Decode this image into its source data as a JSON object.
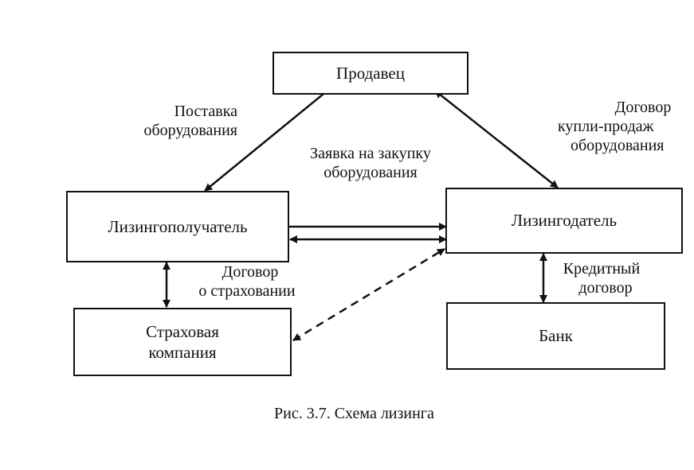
{
  "diagram": {
    "nodes": {
      "seller": "Продавец",
      "lessee": "Лизингополучатель",
      "lessor": "Лизингодатель",
      "insurer_line1": "Страховая",
      "insurer_line2": "компания",
      "bank": "Банк"
    },
    "edges": {
      "supply_line1": "Поставка",
      "supply_line2": "оборудования",
      "purchase_contract_line1": "Договор",
      "purchase_contract_line2": "купли-продаж",
      "purchase_contract_line3": "оборудования",
      "order_line1": "Заявка на закупку",
      "order_line2": "оборудования",
      "insurance_line1": "Договор",
      "insurance_line2": "о страховании",
      "credit_line1": "Кредитный",
      "credit_line2": "договор"
    },
    "caption": "Рис. 3.7. Схема лизинга"
  }
}
